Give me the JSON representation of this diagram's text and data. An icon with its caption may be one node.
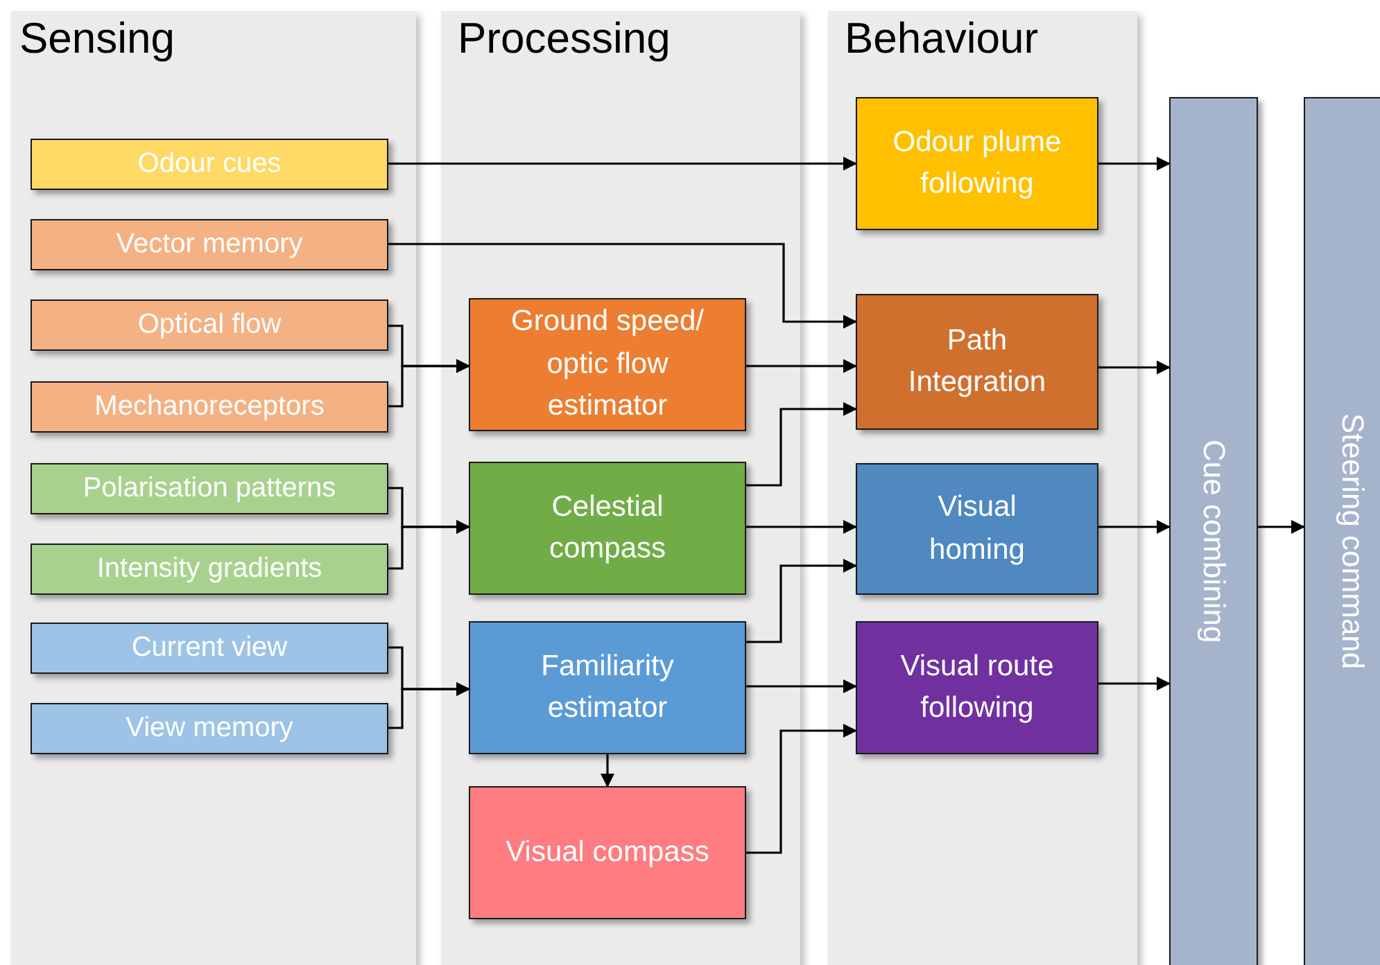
{
  "diagram": {
    "nodes": [
      {
        "text": [
          "Sensing"
        ]
      },
      {
        "text": [
          "Processing"
        ]
      },
      {
        "text": [
          "Behaviour"
        ]
      },
      {
        "text": [
          "Odour cues"
        ],
        "in": 0
      },
      {
        "text": [
          "Vector memory"
        ],
        "in": 0
      },
      {
        "text": [
          "Optical flow"
        ],
        "in": 0
      },
      {
        "text": [
          "Mechanoreceptors"
        ],
        "in": 0
      },
      {
        "text": [
          "Polarisation patterns"
        ],
        "in": 0
      },
      {
        "text": [
          "Intensity gradients"
        ],
        "in": 0
      },
      {
        "text": [
          "Current view"
        ],
        "in": 0
      },
      {
        "text": [
          "View memory"
        ],
        "in": 0
      },
      {
        "text": [
          "Ground speed/ optic flow estimator"
        ],
        "in": 1
      },
      {
        "text": [
          "Celestial compass"
        ],
        "in": 1
      },
      {
        "text": [
          "Familiarity estimator"
        ],
        "in": 1
      },
      {
        "text": [
          "Visual compass"
        ],
        "in": 1
      },
      {
        "text": [
          "Odour plume following"
        ],
        "in": 2
      },
      {
        "text": [
          "Path Integration"
        ],
        "in": 2
      },
      {
        "text": [
          "Visual homing"
        ],
        "in": 2
      },
      {
        "text": [
          "Visual route following"
        ],
        "in": 2
      },
      {
        "text": [
          "Cue combining"
        ]
      },
      {
        "text": [
          "Steering command"
        ]
      }
    ],
    "edges": [
      {
        "from": 3,
        "to": 15,
        "arrow": "to"
      },
      {
        "from": 4,
        "to": 16,
        "arrow": "to"
      },
      {
        "from": 5,
        "to": 11,
        "arrow": "to"
      },
      {
        "from": 6,
        "to": 11,
        "arrow": "to"
      },
      {
        "from": 11,
        "to": 16,
        "arrow": "to"
      },
      {
        "from": 12,
        "to": 16,
        "arrow": "to"
      },
      {
        "from": 7,
        "to": 12,
        "arrow": "to"
      },
      {
        "from": 8,
        "to": 12,
        "arrow": "to"
      },
      {
        "from": 12,
        "to": 17,
        "arrow": "to"
      },
      {
        "from": 9,
        "to": 13,
        "arrow": "to"
      },
      {
        "from": 10,
        "to": 13,
        "arrow": "to"
      },
      {
        "from": 13,
        "to": 17,
        "arrow": "to"
      },
      {
        "from": 13,
        "to": 18,
        "arrow": "to"
      },
      {
        "from": 13,
        "to": 14,
        "arrow": "to"
      },
      {
        "from": 14,
        "to": 18,
        "arrow": "to"
      },
      {
        "from": 15,
        "to": 19,
        "arrow": "to"
      },
      {
        "from": 16,
        "to": 19,
        "arrow": "to"
      },
      {
        "from": 17,
        "to": 19,
        "arrow": "to"
      },
      {
        "from": 18,
        "to": 19,
        "arrow": "to"
      },
      {
        "from": 19,
        "to": 20,
        "arrow": "to"
      }
    ]
  }
}
